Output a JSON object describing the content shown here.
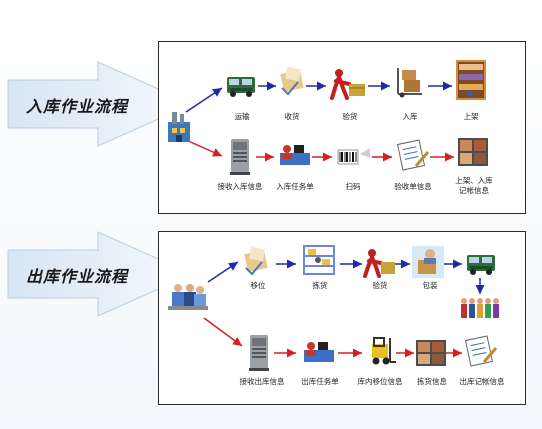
{
  "inbound": {
    "title": "入库作业流程",
    "top_steps": [
      "运输",
      "收货",
      "验货",
      "入库",
      "上架"
    ],
    "bottom_steps": [
      "接收入库信息",
      "入库任务单",
      "扫码",
      "验收单信息",
      "上架、入库",
      "记帐信息"
    ]
  },
  "outbound": {
    "title": "出库作业流程",
    "top_steps": [
      "移位",
      "拣货",
      "验货",
      "包装"
    ],
    "bottom_steps": [
      "接收出库信息",
      "出库任务单",
      "库内移位信息",
      "拣货信息",
      "出库记帐信息"
    ]
  },
  "colors": {
    "top_flow": "#1f2aa8",
    "bottom_flow": "#d81e1e"
  }
}
